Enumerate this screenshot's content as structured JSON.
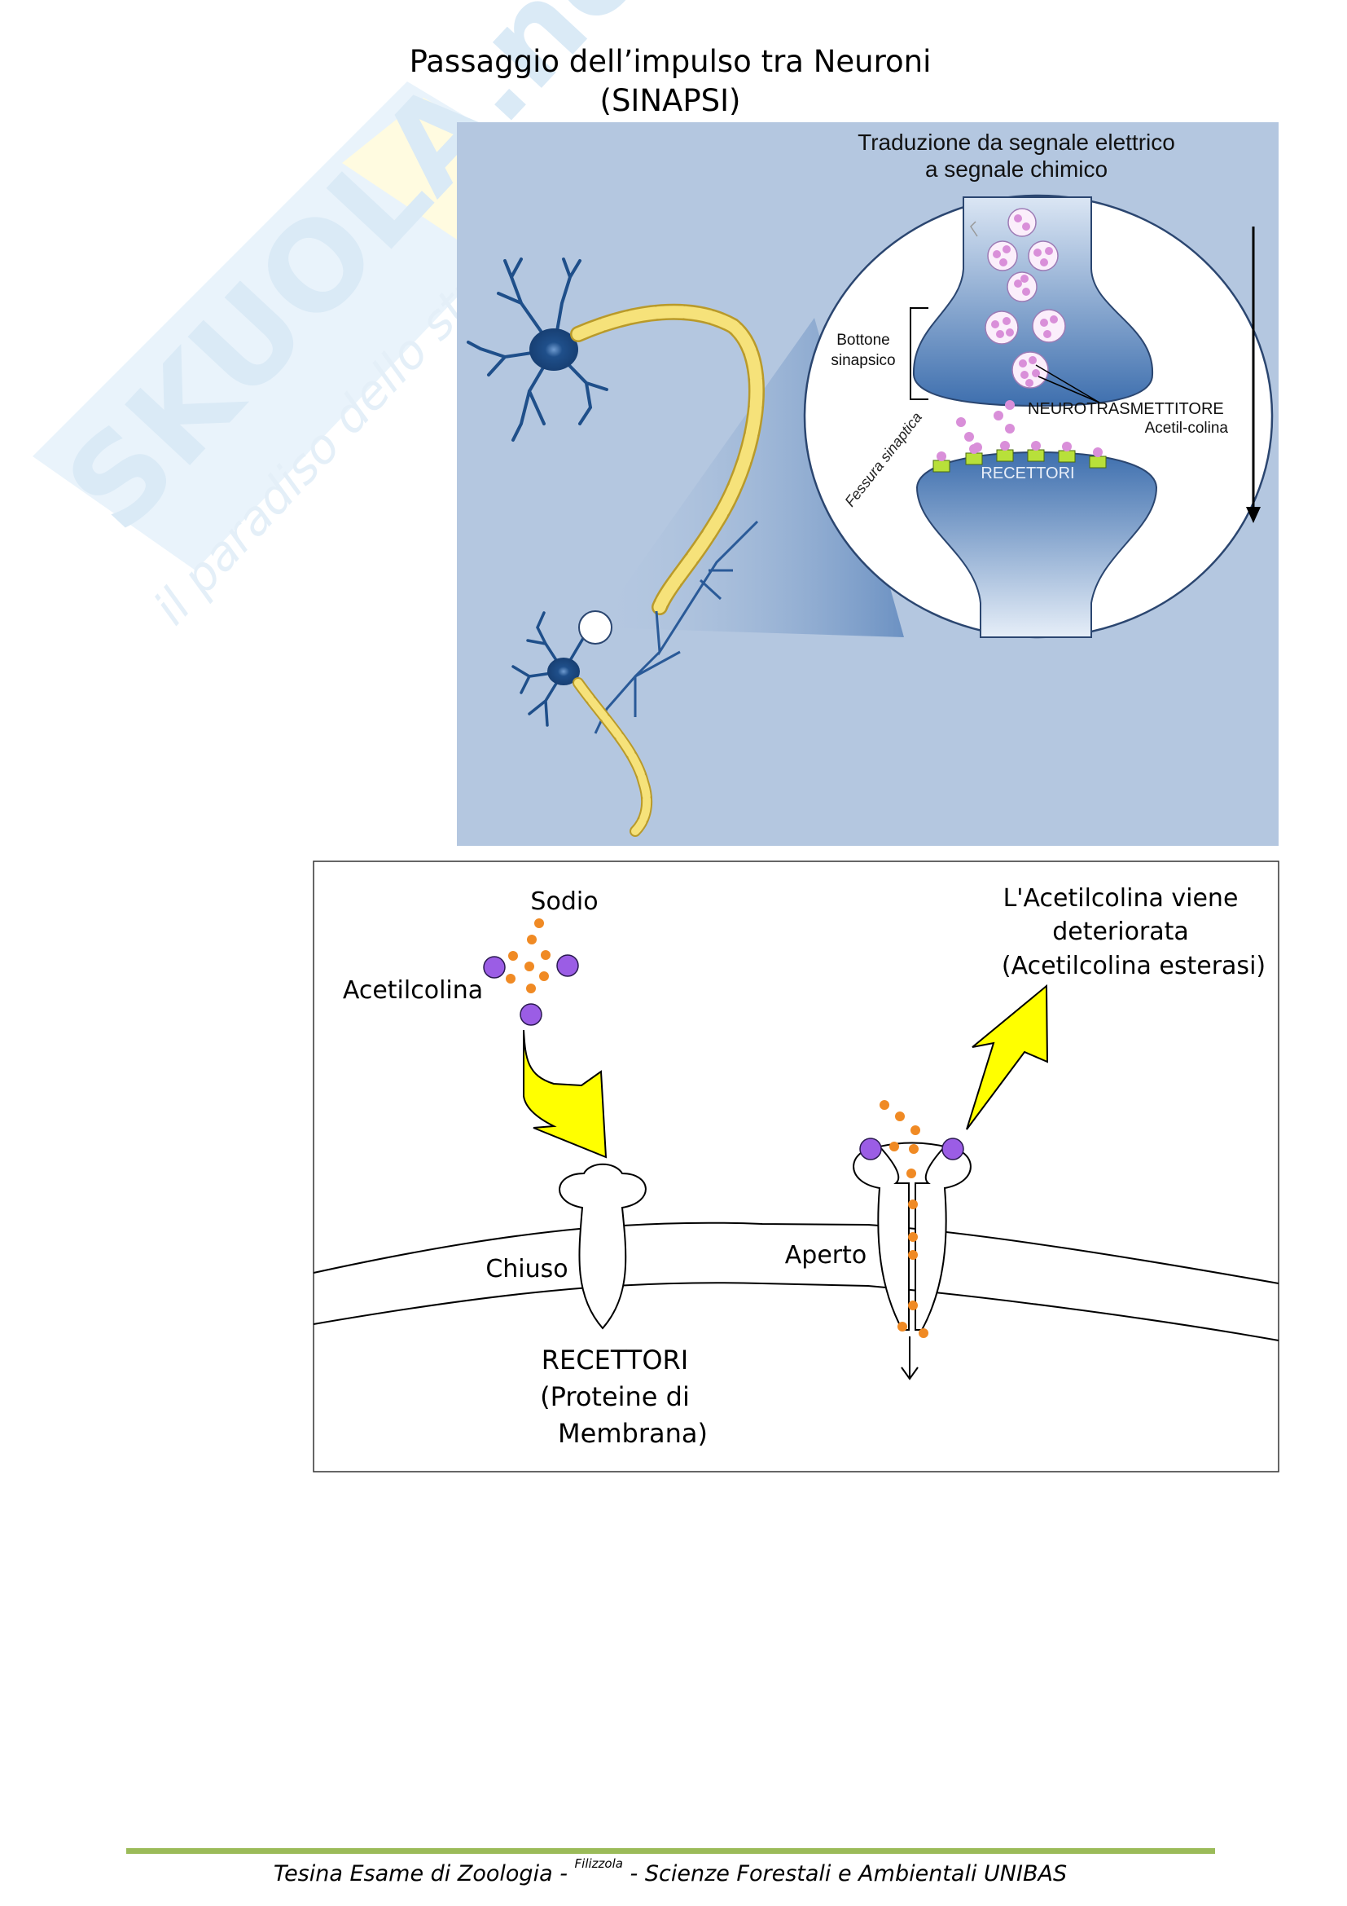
{
  "page": {
    "title_line1": "Passaggio dell’impulso tra Neuroni",
    "title_line2": "(SINAPSI)"
  },
  "watermark": {
    "brand": "SKUOLA.net",
    "tagline": "il paradiso dello studente"
  },
  "figure_top": {
    "heading_line1": "Traduzione da segnale elettrico",
    "heading_line2": "a segnale chimico",
    "label_bottone_line1": "Bottone",
    "label_bottone_line2": "sinapsico",
    "label_neurotrasmettitore": "NEUROTRASMETTITORE",
    "label_acetilcolina": "Acetil-colina",
    "label_fessura": "Fessura sinaptica",
    "label_recettori": "RECETTORI",
    "colors": {
      "panel": "#b4c7e0",
      "myelin": "#f6e27a",
      "neuron": "#1f4f8a",
      "vesicle": "#d98fd9",
      "receptor": "#b8e03a"
    }
  },
  "figure_bottom": {
    "label_sodio": "Sodio",
    "label_acetilcolina": "Acetilcolina",
    "label_degraded_line1": "L'Acetilcolina viene",
    "label_degraded_line2": "deteriorata",
    "label_degraded_line3": "(Acetilcolina esterasi)",
    "label_chiuso": "Chiuso",
    "label_aperto": "Aperto",
    "label_recettori_line1": "RECETTORI",
    "label_recettori_line2": "(Proteine di",
    "label_recettori_line3": "Membrana)",
    "colors": {
      "sodium": "#f08a24",
      "acetylcholine": "#9b5de5",
      "arrow": "#ffff00"
    }
  },
  "footer": {
    "left": "Tesina Esame di Zoologia - ",
    "author": "Filizzola",
    "right": " - Scienze Forestali e Ambientali UNIBAS",
    "rule_color": "#9bbb59"
  }
}
